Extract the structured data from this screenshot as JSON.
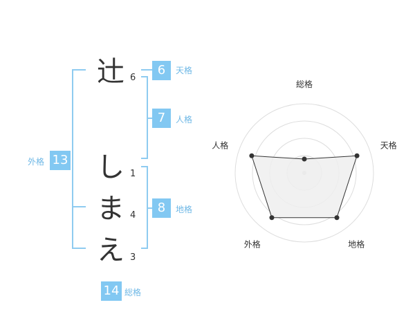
{
  "name": {
    "chars": [
      {
        "char": "辻",
        "strokes": "6"
      },
      {
        "char": "し",
        "strokes": "1"
      },
      {
        "char": "ま",
        "strokes": "4"
      },
      {
        "char": "え",
        "strokes": "3"
      }
    ]
  },
  "kakusu": {
    "tenkaku": {
      "value": "6",
      "label": "天格"
    },
    "jinkaku": {
      "value": "7",
      "label": "人格"
    },
    "chikaku": {
      "value": "8",
      "label": "地格"
    },
    "gaikaku": {
      "value": "13",
      "label": "外格"
    },
    "soukaku": {
      "value": "14",
      "label": "総格"
    }
  },
  "colors": {
    "accent": "#82c8f2",
    "bracket": "#8ecbf0",
    "grid": "#dddddd",
    "fill": "#efefef"
  },
  "chart_data": {
    "type": "radar",
    "axes": [
      "総格",
      "天格",
      "地格",
      "外格",
      "人格"
    ],
    "values": [
      0.2,
      0.8,
      0.8,
      0.8,
      0.8
    ],
    "rings": 4,
    "max": 1
  }
}
